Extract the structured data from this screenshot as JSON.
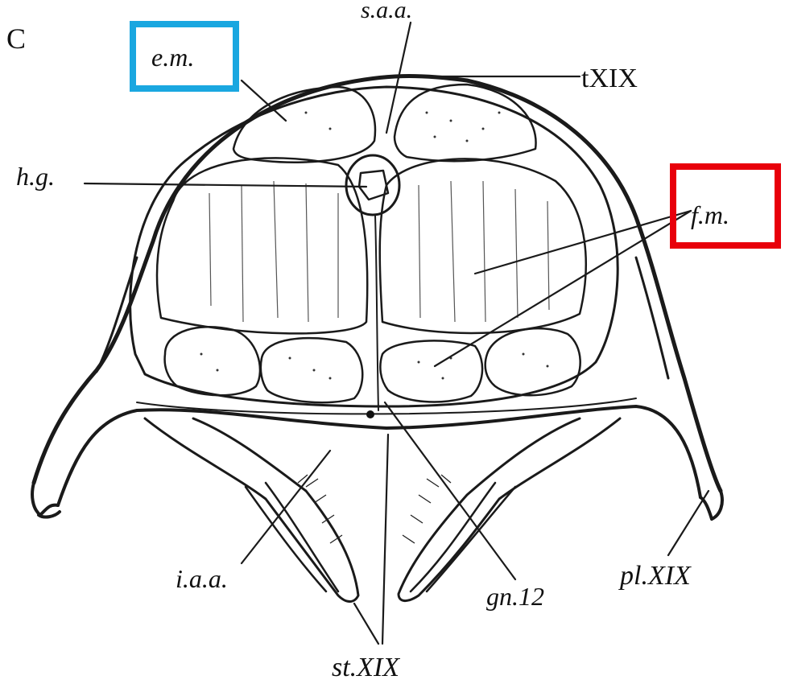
{
  "figure": {
    "panel_letter": "C",
    "labels": {
      "saa": "s.a.a.",
      "em": "e.m.",
      "txix": "tXIX",
      "hg": "h.g.",
      "fm": "f.m.",
      "iaa": "i.a.a.",
      "gn12": "gn.12",
      "plxix": "pl.XIX",
      "stxix": "st.XIX"
    }
  },
  "highlights": [
    {
      "target": "e.m.",
      "color": "#1aa7e0"
    },
    {
      "target": "f.m.",
      "color": "#e8000b"
    }
  ]
}
